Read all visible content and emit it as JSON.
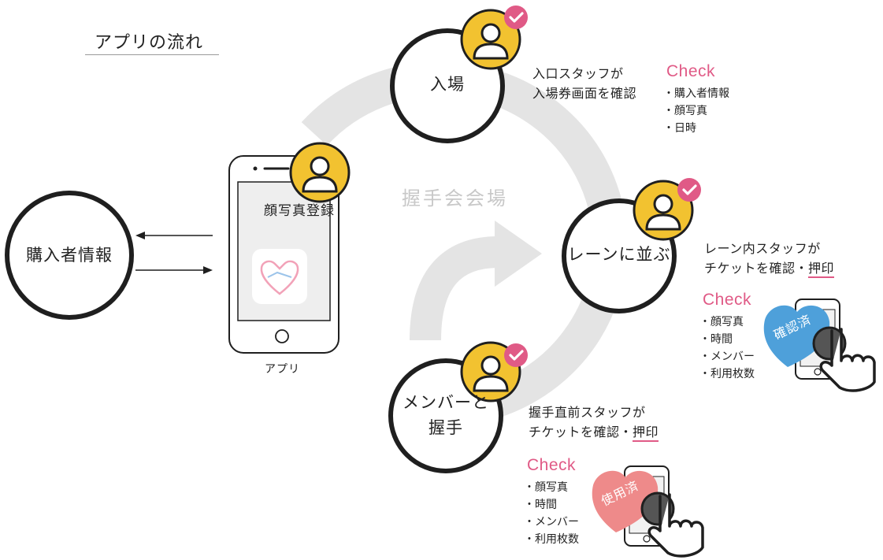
{
  "title": "アプリの流れ",
  "venue_label": "握手会会場",
  "purchaser": {
    "label": "購入者情報"
  },
  "app": {
    "screen_label": "顔写真登録",
    "caption": "アプリ"
  },
  "entrance": {
    "label": "入場",
    "desc_line1": "入口スタッフが",
    "desc_line2": "入場券画面を確認",
    "check_title": "Check",
    "items": [
      "・購入者情報",
      "・顔写真",
      "・日時"
    ]
  },
  "lane": {
    "label": "レーンに並ぶ",
    "desc_line1": "レーン内スタッフが",
    "desc_line2_prefix": "チケットを確認・",
    "desc_line2_underlined": "押印",
    "check_title": "Check",
    "items": [
      "・顔写真",
      "・時間",
      "・メンバー",
      "・利用枚数"
    ],
    "stamp_text": "確認済"
  },
  "handshake": {
    "label_line1": "メンバーと",
    "label_line2": "握手",
    "desc_line1": "握手直前スタッフが",
    "desc_line2_prefix": "チケットを確認・",
    "desc_line2_underlined": "押印",
    "check_title": "Check",
    "items": [
      "・顔写真",
      "・時間",
      "・メンバー",
      "・利用枚数"
    ],
    "stamp_text": "使用済"
  },
  "colors": {
    "accent_pink": "#e05a86",
    "avatar_yellow": "#f2c230",
    "blue_badge": "#4ea0da",
    "red_badge": "#ee8a8a",
    "loop_gray": "#e4e4e4",
    "outline": "#1f1f1f"
  }
}
